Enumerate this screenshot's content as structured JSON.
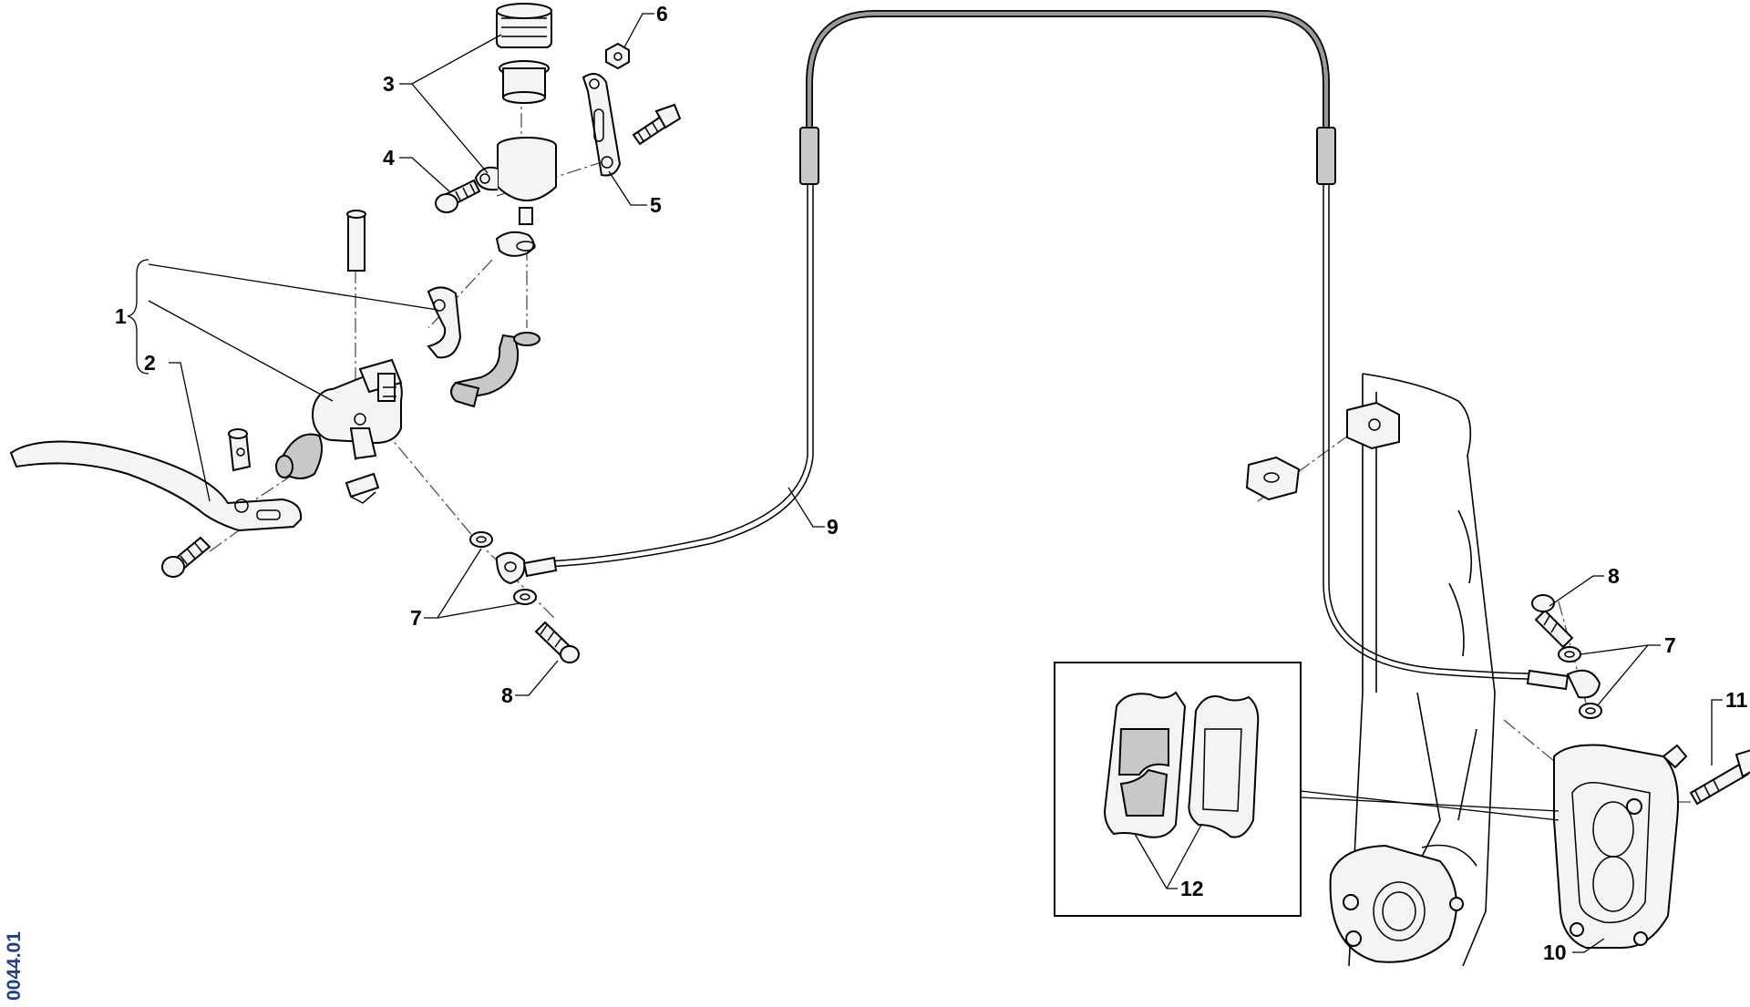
{
  "diagram": {
    "drawing_code": "0044.01",
    "callouts": [
      {
        "id": "c1",
        "label": "1"
      },
      {
        "id": "c2",
        "label": "2"
      },
      {
        "id": "c3",
        "label": "3"
      },
      {
        "id": "c4",
        "label": "4"
      },
      {
        "id": "c5",
        "label": "5"
      },
      {
        "id": "c6",
        "label": "6"
      },
      {
        "id": "c7a",
        "label": "7"
      },
      {
        "id": "c7b",
        "label": "7"
      },
      {
        "id": "c8a",
        "label": "8"
      },
      {
        "id": "c8b",
        "label": "8"
      },
      {
        "id": "c9",
        "label": "9"
      },
      {
        "id": "c10",
        "label": "10"
      },
      {
        "id": "c11",
        "label": "11"
      },
      {
        "id": "c12",
        "label": "12"
      }
    ]
  }
}
